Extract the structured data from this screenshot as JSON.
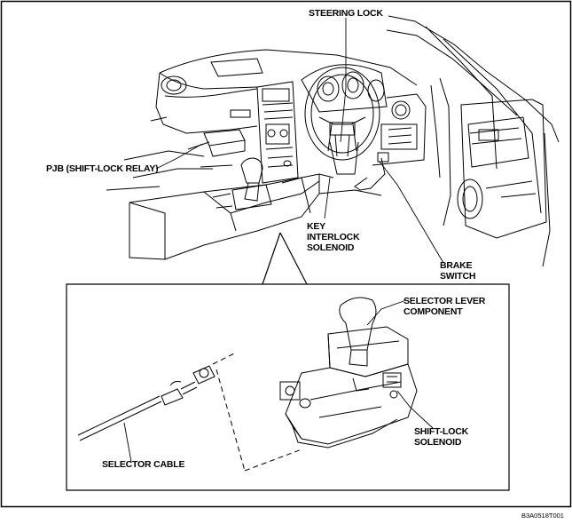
{
  "labels": {
    "steering_lock": "STEERING LOCK",
    "pjb": "PJB (SHIFT-LOCK RELAY)",
    "key_interlock": [
      "KEY",
      "INTERLOCK",
      "SOLENOID"
    ],
    "brake_switch": [
      "BRAKE",
      "SWITCH"
    ],
    "selector_lever": [
      "SELECTOR LEVER",
      "COMPONENT"
    ],
    "shift_lock": [
      "SHIFT-LOCK",
      "SOLENOID"
    ],
    "selector_cable": "SELECTOR CABLE"
  },
  "figure_code": "B3A0518T001"
}
